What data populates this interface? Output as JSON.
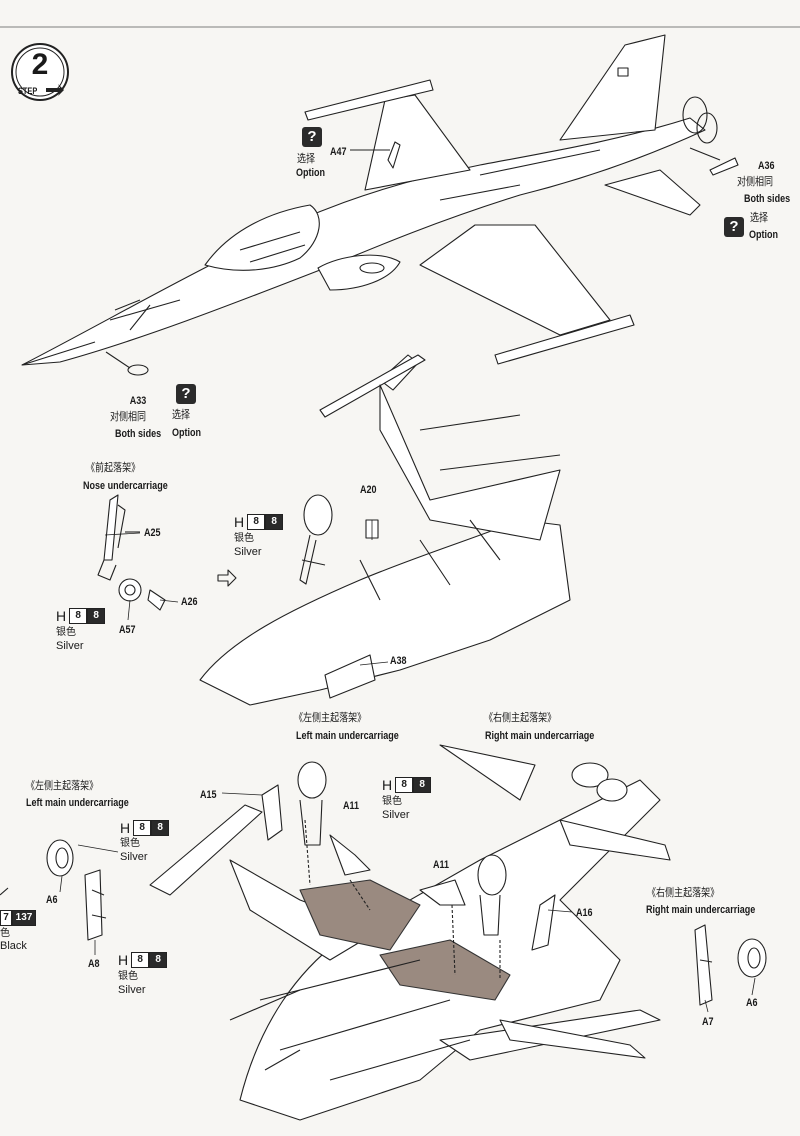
{
  "step": {
    "number": "2",
    "label": "STEP"
  },
  "parts": {
    "a47": "A47",
    "a36": "A36",
    "a33": "A33",
    "a25": "A25",
    "a26": "A26",
    "a57": "A57",
    "a20": "A20",
    "a38": "A38",
    "a15": "A15",
    "a11_left": "A11",
    "a11_right": "A11",
    "a16": "A16",
    "a6_left": "A6",
    "a8": "A8",
    "a6_right": "A6",
    "a7": "A7"
  },
  "option": {
    "icon": "question-icon",
    "cn": "选择",
    "en": "Option"
  },
  "both_sides": {
    "cn": "对侧相同",
    "en": "Both sides"
  },
  "nose_undercarriage": {
    "cn": "《前起落架》",
    "en": "Nose undercarriage"
  },
  "left_main_undercarriage": {
    "cn": "《左侧主起落架》",
    "en": "Left main undercarriage"
  },
  "right_main_undercarriage": {
    "cn": "《右侧主起落架》",
    "en": "Right main undercarriage"
  },
  "paint_silver": {
    "prefix": "H",
    "code1": "8",
    "code2": "8",
    "cn": "银色",
    "en": "Silver"
  },
  "paint_black": {
    "code1": "7",
    "code2": "137",
    "cn": "色",
    "en": "Black"
  },
  "colors": {
    "ink": "#1a1a1a",
    "shading": "#9a8a80",
    "paper": "#f7f6f3"
  }
}
